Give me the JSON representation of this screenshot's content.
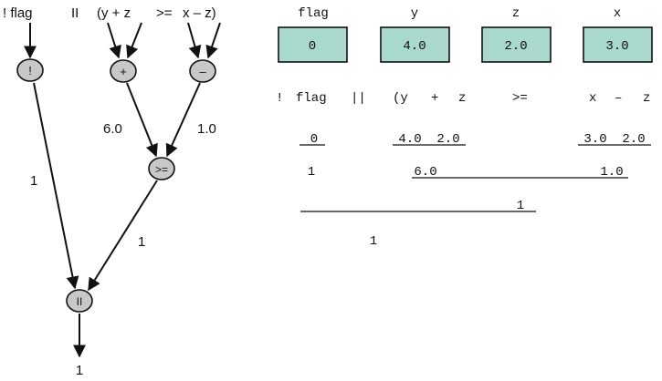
{
  "tree": {
    "expression": {
      "not_flag": "! flag",
      "or": "II",
      "y_plus_z": "(y  +  z",
      "ge": ">=",
      "x_minus_z": "x  –  z)"
    },
    "nodes": {
      "not": "!",
      "plus": "+",
      "minus": "–",
      "ge": ">=",
      "or": "II"
    },
    "edge_values": {
      "plus_result": "6.0",
      "minus_result": "1.0",
      "not_result": "1",
      "ge_result": "1",
      "final_result": "1"
    }
  },
  "variables": [
    {
      "name": "flag",
      "value": "0"
    },
    {
      "name": "y",
      "value": "4.0"
    },
    {
      "name": "z",
      "value": "2.0"
    },
    {
      "name": "x",
      "value": "3.0"
    }
  ],
  "evaluation": {
    "expression_tokens": [
      "!",
      "flag",
      "||",
      "(y",
      "+",
      "z",
      ">=",
      "x",
      "–",
      "z"
    ],
    "step1": {
      "flag_value": "0",
      "y_z_values": "4.0  2.0",
      "x_z_values": "3.0  2.0"
    },
    "step2": {
      "not_value": "1",
      "sum_value": "6.0",
      "diff_value": "1.0"
    },
    "step3": {
      "ge_value": "1"
    },
    "step4": {
      "or_value": "1"
    }
  },
  "colors": {
    "node_fill": "#c8c8c8",
    "box_fill": "#a9d8cc",
    "ink": "#111111"
  }
}
